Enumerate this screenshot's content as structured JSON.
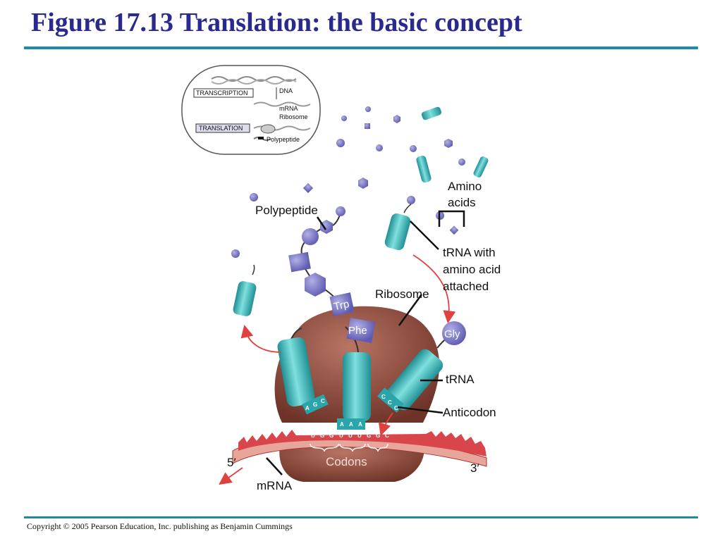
{
  "title": "Figure 17.13 Translation: the basic concept",
  "footer": "Copyright © 2005 Pearson Education, Inc. publishing as Benjamin Cummings",
  "inset": {
    "transcription": "TRANSCRIPTION",
    "translation": "TRANSLATION",
    "dna": "DNA",
    "mrna": "mRNA",
    "ribosome": "Ribosome",
    "polypeptide": "Polypeptide"
  },
  "labels": {
    "amino_acids_1": "Amino",
    "amino_acids_2": "acids",
    "polypeptide": "Polypeptide",
    "trna_with_1": "tRNA with",
    "trna_with_2": "amino acid",
    "trna_with_3": "attached",
    "ribosome": "Ribosome",
    "trna": "tRNA",
    "anticodon": "Anticodon",
    "five_prime": "5′",
    "three_prime": "3′",
    "codons": "Codons",
    "mrna": "mRNA"
  },
  "amino_acid_names": {
    "trp": "Trp",
    "phe": "Phe",
    "gly": "Gly"
  },
  "anticodons": {
    "left": [
      "A",
      "G",
      "C"
    ],
    "middle": [
      "A",
      "A",
      "A"
    ],
    "right": [
      "C",
      "C",
      "C"
    ]
  },
  "codon_bases": [
    "U",
    "G",
    "G",
    "U",
    "U",
    "U",
    "G",
    "G",
    "C"
  ],
  "colors": {
    "title": "#2a2a8e",
    "rule": "#1e8c9a",
    "ribosome": "#8a4a3e",
    "trna": "#3fbcc0",
    "amino": "#7b78c4",
    "mrna": "#d8454a"
  }
}
